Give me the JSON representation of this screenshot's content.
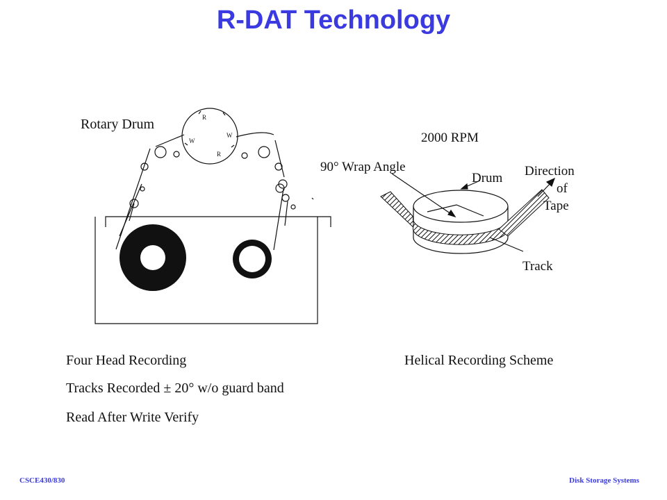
{
  "title": "R-DAT Technology",
  "left_diagram": {
    "label": "Rotary Drum",
    "heads": [
      "R",
      "W",
      "W",
      "R"
    ],
    "caption": "Four Head Recording"
  },
  "right_diagram": {
    "rpm": "2000 RPM",
    "wrap_angle": "90° Wrap Angle",
    "drum": "Drum",
    "direction_line1": "Direction",
    "direction_line2": "of",
    "direction_line3": "Tape",
    "track": "Track",
    "caption": "Helical Recording Scheme"
  },
  "bullets": [
    "Tracks Recorded ± 20° w/o guard band",
    "Read After Write Verify"
  ],
  "footer": {
    "left": "CSCE430/830",
    "right": "Disk Storage Systems"
  }
}
